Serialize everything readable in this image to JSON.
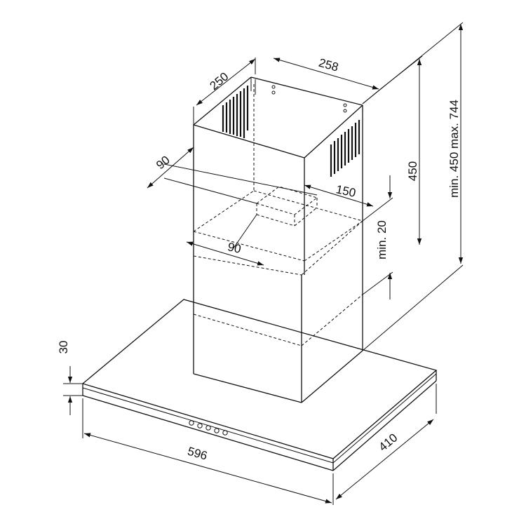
{
  "dimensions": {
    "chimney_depth": "250",
    "chimney_width": "258",
    "height_450": "450",
    "height_range": "min. 450 max. 744",
    "offset_150": "150",
    "duct_90_left": "90",
    "duct_90_bottom": "90",
    "min_gap": "min. 20",
    "canopy_height": "30",
    "canopy_width": "596",
    "canopy_depth": "410"
  }
}
